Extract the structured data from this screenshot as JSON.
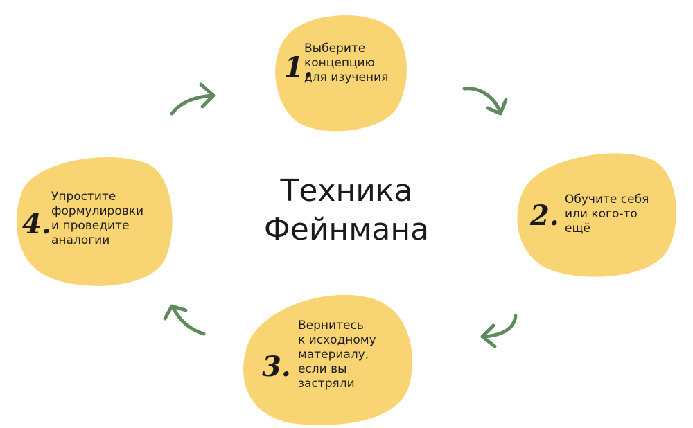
{
  "title_line1": "Техника",
  "title_line2": "Фейнмана",
  "colors": {
    "blob": "#f8d473",
    "arrow": "#5f8a5c",
    "text": "#1d1d1d"
  },
  "steps": [
    {
      "number": "1.",
      "text": "Выберите\nконцепцию\nдля изучения"
    },
    {
      "number": "2.",
      "text": "Обучите себя\nили кого-то\nещё"
    },
    {
      "number": "3.",
      "text": "Вернитесь\nк исходному\nматериалу,\nесли вы\nзастряли"
    },
    {
      "number": "4.",
      "text": "Упростите\nформулировки\nи проведите\nаналогии"
    }
  ],
  "arrows": [
    "arrow-right-icon",
    "arrow-down-right-icon",
    "arrow-left-icon",
    "arrow-up-left-icon"
  ]
}
